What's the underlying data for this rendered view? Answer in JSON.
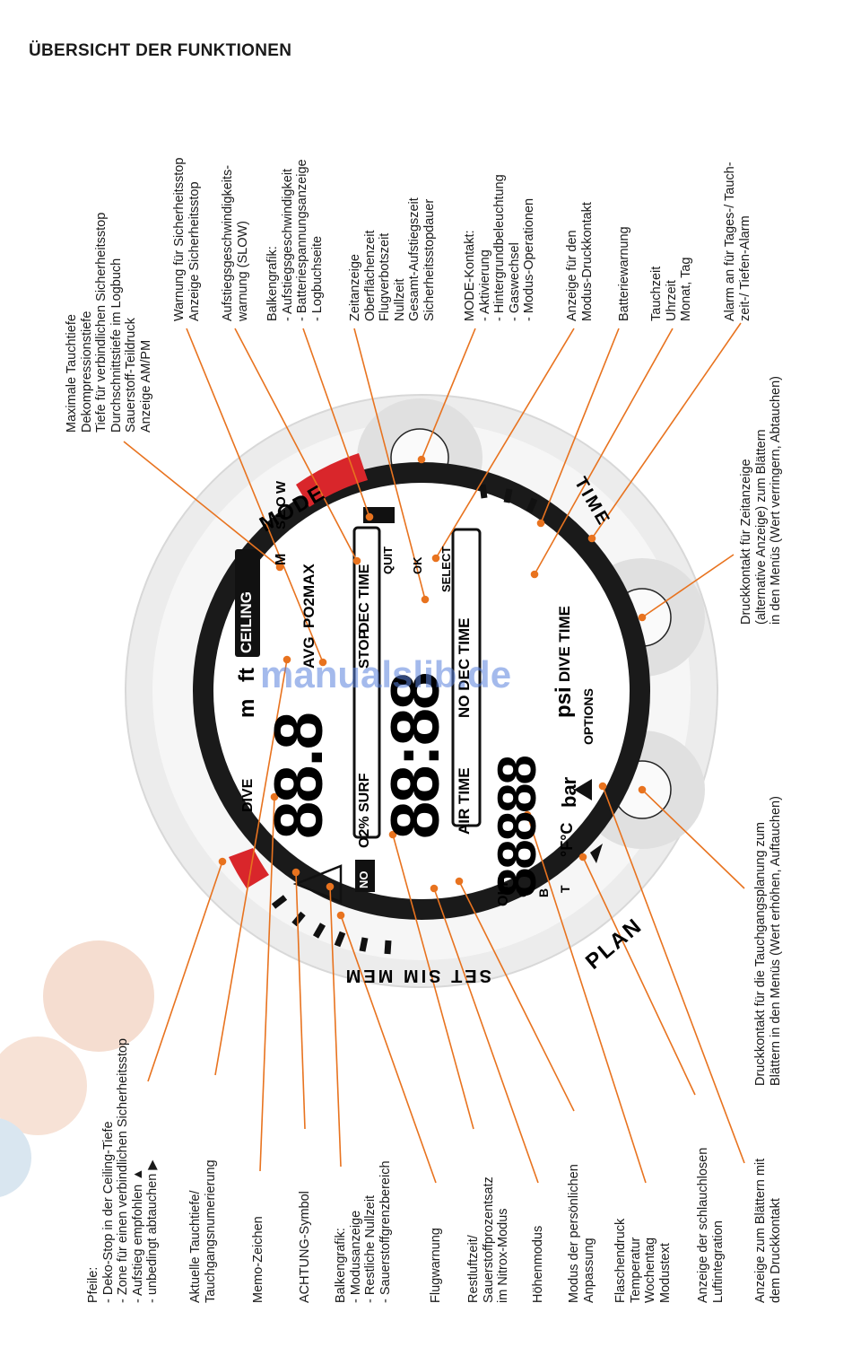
{
  "page_title": "ÜBERSICHT DER FUNKTIONEN",
  "colors": {
    "leader": "#e8731f",
    "alarm_red": "#d9262b",
    "ring": "#e2e2e2",
    "lcd_frame": "#111111"
  },
  "watermark": "manualslib.de",
  "device": {
    "ring_labels": {
      "mode": "MODE",
      "plan": "PLAN",
      "set_sim_mem": "SET SIM MEM",
      "time": "TIME"
    },
    "lcd": {
      "ceiling": "CEILING",
      "depth_units": [
        "m",
        "ft"
      ],
      "dive": "DIVE",
      "avg": "AVG",
      "po2max": "PO2MAX",
      "stop": "STOP",
      "dec_time": "DEC TIME",
      "quit": "QUIT",
      "ok": "OK",
      "select": "SELECT",
      "o2_surf": "O2% SURF",
      "no": "NO",
      "no_dec_time": "NO DEC TIME",
      "air_time": "AIR TIME",
      "dive_time": "DIVE TIME",
      "psi": "psi",
      "bar": "bar",
      "options": "OPTIONS",
      "temp_units": "°F°C",
      "olf": "OLF",
      "c": "C",
      "b": "B",
      "t": "T",
      "slow": [
        "S",
        "L",
        "O",
        "W"
      ],
      "m_small": "M",
      "digits_depth": "88.8",
      "digits_time": "88:88",
      "digits_bottom": "88888"
    }
  },
  "labels": {
    "top": [
      {
        "id": "max-depth",
        "lines": [
          "Maximale Tauchtiefe",
          "Dekompressionstiefe",
          "Tiefe für verbindlichen Sicherheitsstop",
          "Durchschnittstiefe im Logbuch",
          "Sauerstoff-Teildruck",
          "Anzeige AM/PM"
        ]
      },
      {
        "id": "safety-stop-warning",
        "lines": [
          "Warnung für Sicherheitsstop",
          "Anzeige Sicherheitsstop"
        ]
      },
      {
        "id": "ascent-warning",
        "lines": [
          "Aufstiegsgeschwindigkeits-",
          "warnung (SLOW)"
        ]
      },
      {
        "id": "bargraph",
        "lines": [
          "Balkengrafik:",
          "- Aufstiegsgeschwindigkeit",
          "- Batteriespannungsanzeige",
          "- Logbuchseite"
        ]
      },
      {
        "id": "time-display",
        "lines": [
          "Zeitanzeige",
          "Oberflächenzeit",
          "Flugverbotszeit",
          "Nullzeit",
          "Gesamt-Aufstiegszeit",
          "Sicherheitsstopdauer"
        ]
      },
      {
        "id": "mode-contact",
        "lines": [
          "MODE-Kontakt:",
          "- Aktivierung",
          "- Hintergrundbeleuchtung",
          "- Gaswechsel",
          "- Modus-Operationen"
        ]
      },
      {
        "id": "mode-pressure",
        "lines": [
          "Anzeige für den",
          "Modus-Druckkontakt"
        ]
      },
      {
        "id": "battery",
        "lines": [
          "Batteriewarnung"
        ]
      },
      {
        "id": "dive-time",
        "lines": [
          "Tauchzeit",
          "Uhrzeit",
          "Monat, Tag"
        ]
      },
      {
        "id": "alarm",
        "lines": [
          "Alarm an für Tages-/ Tauch-",
          "zeit-/ Tiefen-Alarm"
        ]
      }
    ],
    "right": [
      {
        "id": "time-contact",
        "lines": [
          "Druckkontakt für Zeitanzeige",
          "(alternative Anzeige) zum Blättern",
          "in den Menüs (Wert verringern, Abtauchen)"
        ]
      },
      {
        "id": "plan-contact",
        "lines": [
          "Druckkontakt für die Tauchgangsplanung zum",
          "Blättern in den Menüs (Wert erhöhen, Auftauchen)"
        ]
      }
    ],
    "bottom": [
      {
        "id": "arrows",
        "lines": [
          "Pfeile:",
          "- Deko-Stop in der Ceiling-Tiefe",
          "- Zone für einen verbindlichen Sicherheitsstop",
          "- Aufstieg empfohlen ▲",
          "- unbedingt abtauchen ▶"
        ]
      },
      {
        "id": "current-depth",
        "lines": [
          "Aktuelle Tauchtiefe/",
          "Tauchgangsnumerierung"
        ]
      },
      {
        "id": "memo",
        "lines": [
          "Memo-Zeichen"
        ]
      },
      {
        "id": "attention",
        "lines": [
          "ACHTUNG-Symbol"
        ]
      },
      {
        "id": "bargraph-mode",
        "lines": [
          "Balkengrafik:",
          "- Modusanzeige",
          "- Restliche Nullzeit",
          "- Sauerstoffgrenzbereich"
        ]
      },
      {
        "id": "flight",
        "lines": [
          "Flugwarnung"
        ]
      },
      {
        "id": "remaining-air",
        "lines": [
          "Restluftzeit/",
          "Sauerstoffprozentsatz",
          "im Nitrox-Modus"
        ]
      },
      {
        "id": "altitude",
        "lines": [
          "Höhenmodus"
        ]
      },
      {
        "id": "personal",
        "lines": [
          "Modus der persönlichen",
          "Anpassung"
        ]
      },
      {
        "id": "tank",
        "lines": [
          "Flaschendruck",
          "Temperatur",
          "Wochentag",
          "Modustext"
        ]
      },
      {
        "id": "air-integration",
        "lines": [
          "Anzeige der schlauchlosen",
          "Luftintegration"
        ]
      },
      {
        "id": "scroll",
        "lines": [
          "Anzeige zum Blättern mit",
          "dem Druckkontakt"
        ]
      }
    ]
  }
}
